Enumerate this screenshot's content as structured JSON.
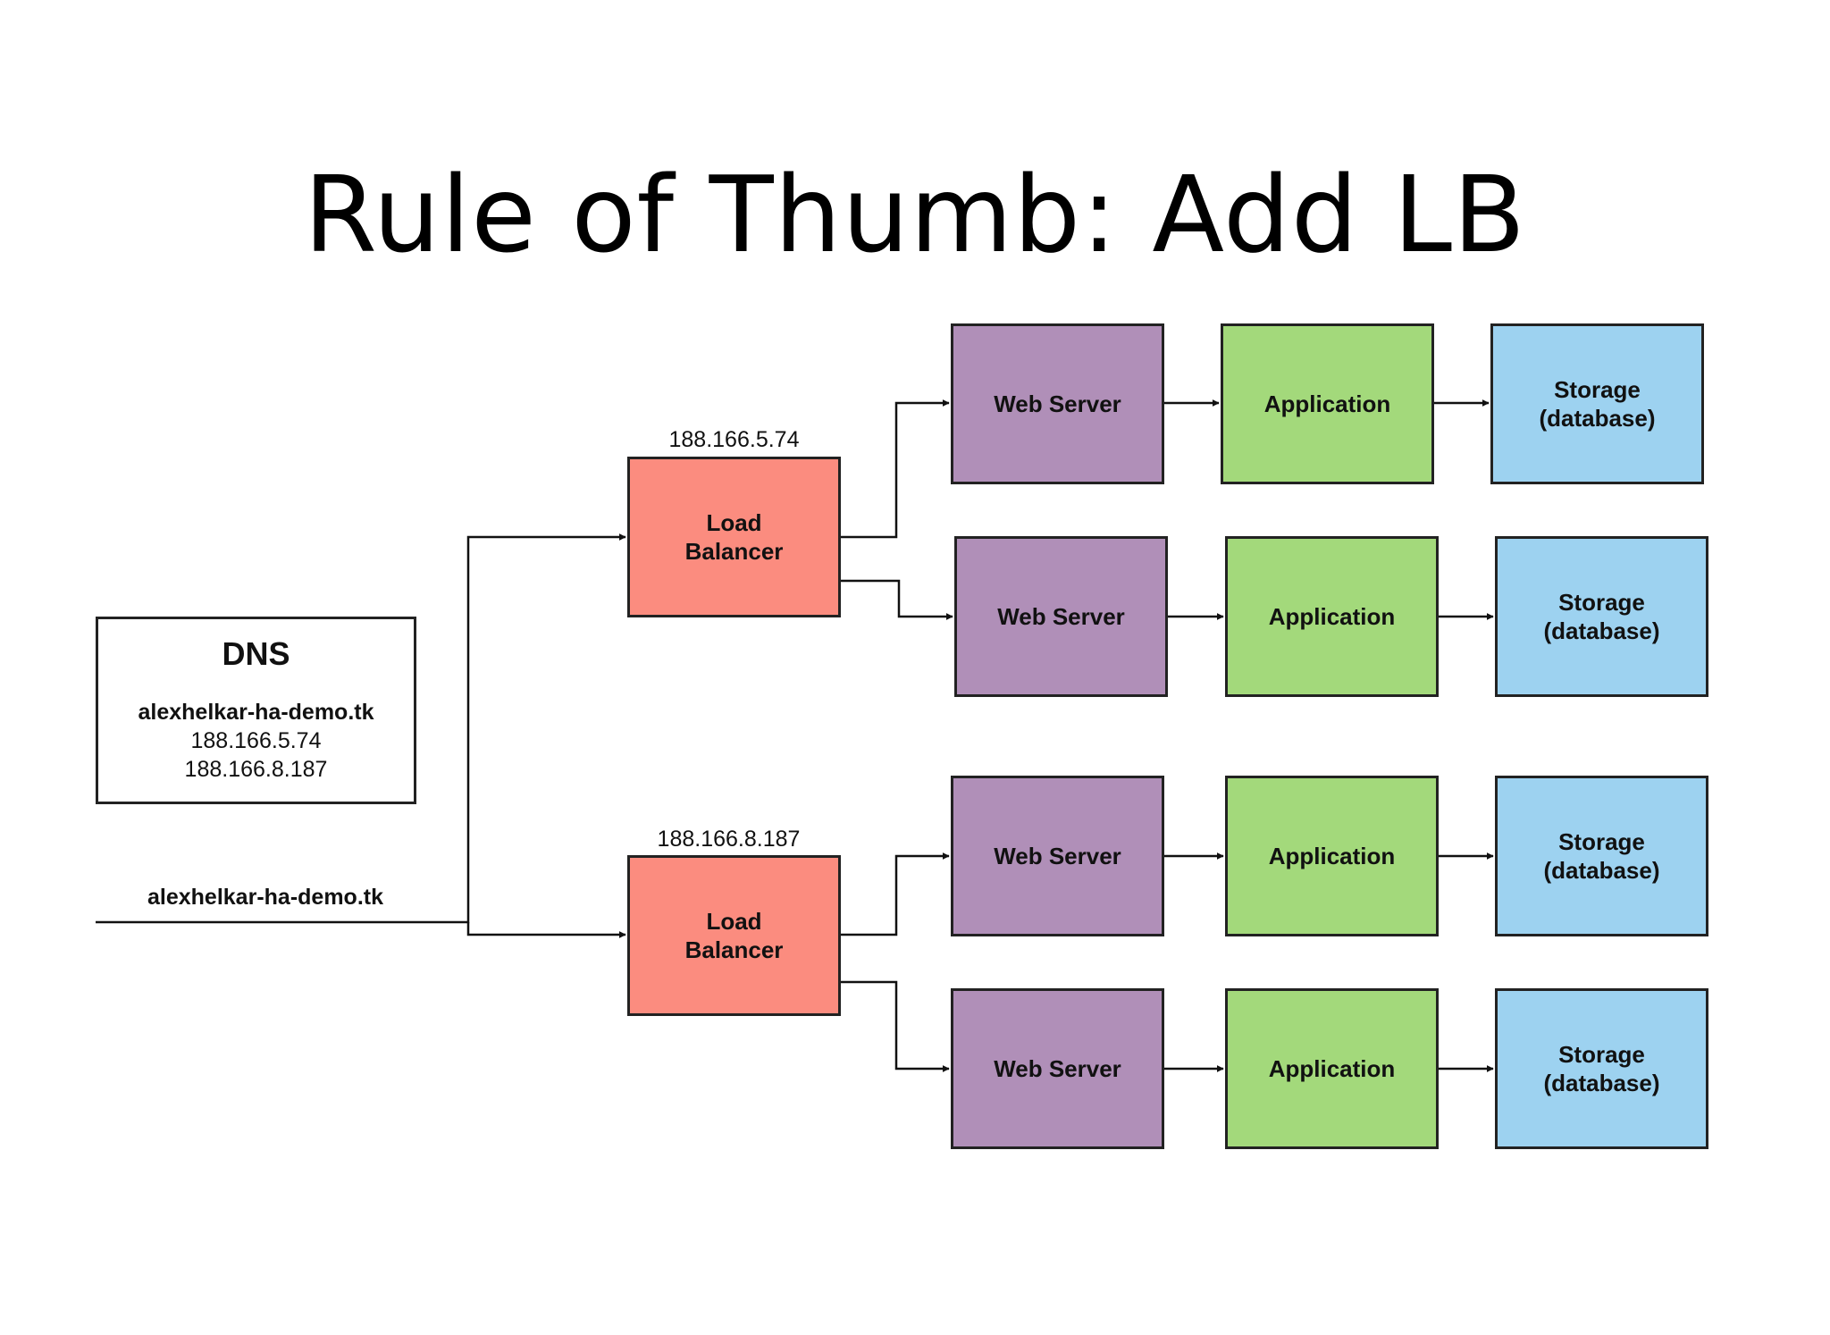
{
  "title": "Rule of Thumb: Add LB",
  "dns": {
    "title": "DNS",
    "host": "alexhelkar-ha-demo.tk",
    "ips": [
      "188.166.5.74",
      "188.166.8.187"
    ]
  },
  "incoming_label": "alexhelkar-ha-demo.tk",
  "load_balancers": [
    {
      "ip": "188.166.5.74",
      "label_line1": "Load",
      "label_line2": "Balancer"
    },
    {
      "ip": "188.166.8.187",
      "label_line1": "Load",
      "label_line2": "Balancer"
    }
  ],
  "stacks": [
    {
      "web": "Web Server",
      "app": "Application",
      "db_line1": "Storage",
      "db_line2": "(database)"
    },
    {
      "web": "Web Server",
      "app": "Application",
      "db_line1": "Storage",
      "db_line2": "(database)"
    },
    {
      "web": "Web Server",
      "app": "Application",
      "db_line1": "Storage",
      "db_line2": "(database)"
    },
    {
      "web": "Web Server",
      "app": "Application",
      "db_line1": "Storage",
      "db_line2": "(database)"
    }
  ],
  "colors": {
    "web_server": "#b08fb8",
    "application": "#a3d97b",
    "storage": "#9dd2f0",
    "load_balancer": "#fb8c7f"
  }
}
